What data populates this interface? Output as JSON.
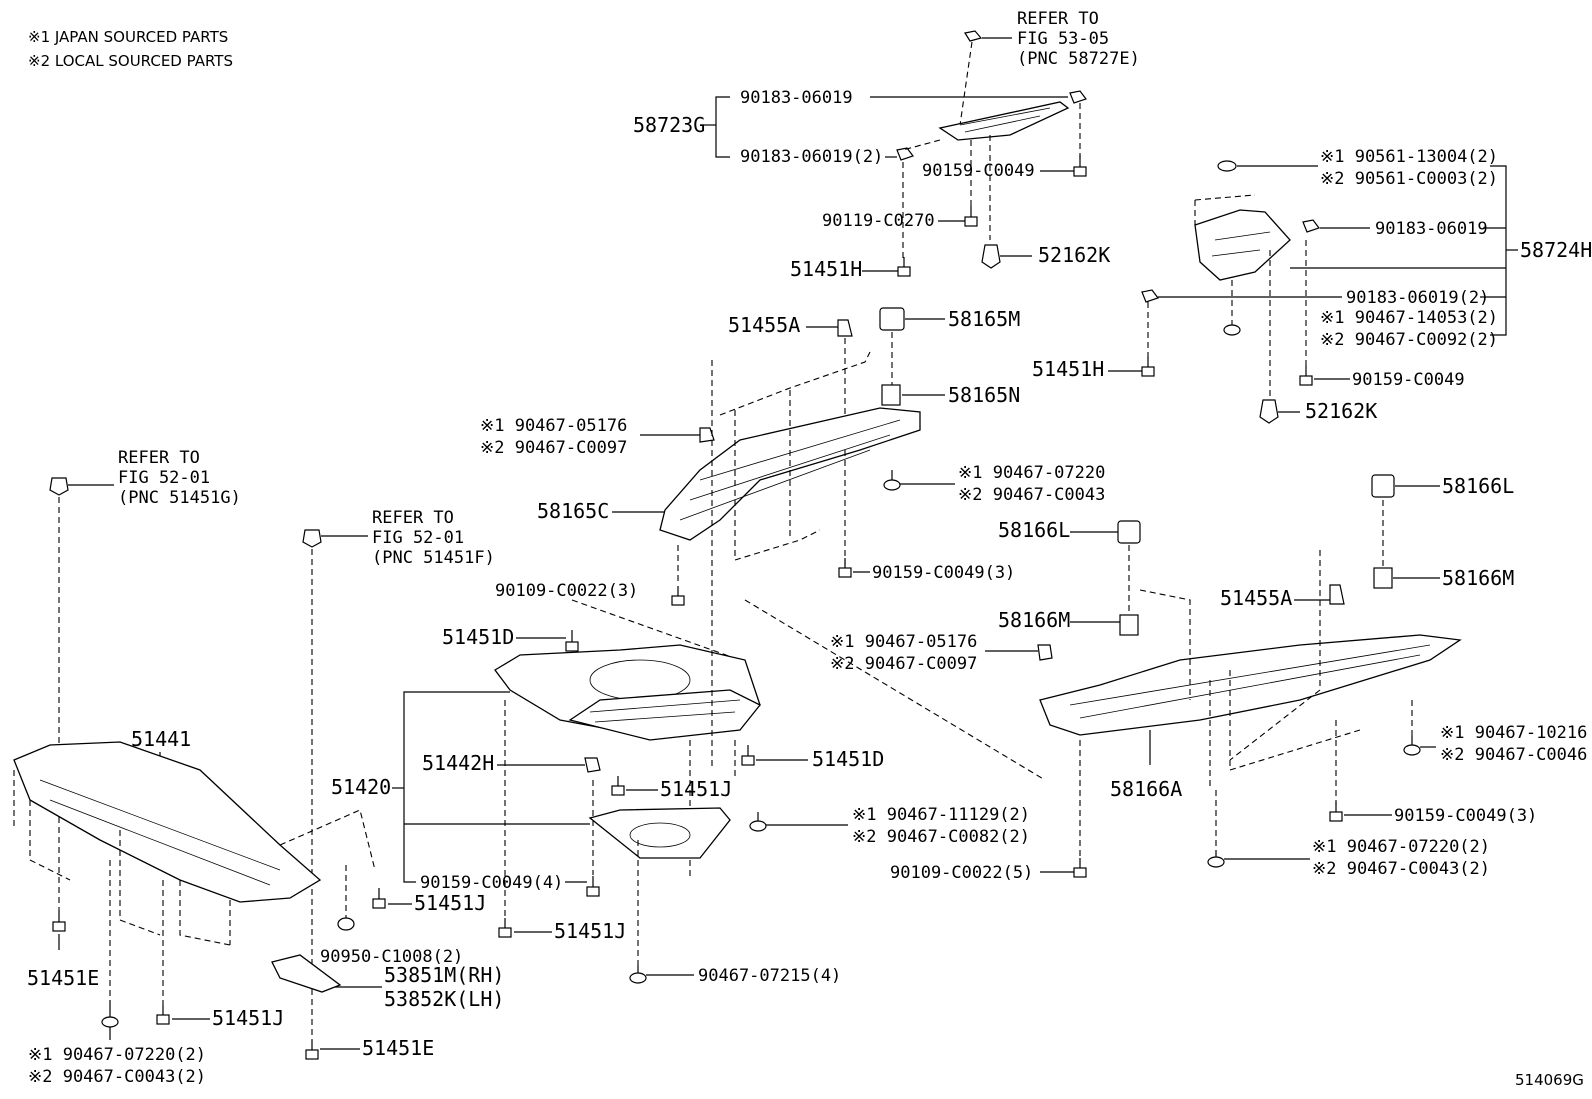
{
  "notes": [
    "※1 JAPAN SOURCED PARTS",
    "※2 LOCAL SOURCED PARTS"
  ],
  "figure_id": "514069G",
  "refs": {
    "fig5305": [
      "REFER TO",
      "FIG 53-05",
      "(PNC 58727E)"
    ],
    "fig5201g": [
      "REFER TO",
      "FIG 52-01",
      "(PNC 51451G)"
    ],
    "fig5201f": [
      "REFER TO",
      "FIG 52-01",
      "(PNC 51451F)"
    ]
  },
  "labels": {
    "p58723G": "58723G",
    "p90183_06019_top": "90183-06019",
    "p90183_06019_2a": "90183-06019(2)",
    "p90159_C0049_a": "90159-C0049",
    "p90119_C0270": "90119-C0270",
    "p51451H_a": "51451H",
    "p52162K_a": "52162K",
    "p90561_13004": "※1 90561-13004(2)",
    "p90561_C0003": "※2 90561-C0003(2)",
    "p90183_06019_b": "90183-06019",
    "p58724H": "58724H",
    "p90183_06019_2b": "90183-06019(2)",
    "p90467_14053": "※1 90467-14053(2)",
    "p90467_C0092": "※2 90467-C0092(2)",
    "p51451H_b": "51451H",
    "p90159_C0049_b": "90159-C0049",
    "p52162K_b": "52162K",
    "p51455A_a": "51455A",
    "p58165M": "58165M",
    "p58165N": "58165N",
    "p90467_05176_a": "※1  90467-05176",
    "p90467_C0097_a": "※2  90467-C0097",
    "p90467_07220_a": "※1 90467-07220",
    "p90467_C0043_a": "※2 90467-C0043",
    "p58165C": "58165C",
    "p90159_C0049_3a": "90159-C0049(3)",
    "p90109_C0022_3": "90109-C0022(3)",
    "p51451D_a": "51451D",
    "p51451D_b": "51451D",
    "p51442H": "51442H",
    "p51451J_a": "51451J",
    "p51420": "51420",
    "p90467_11129": "※1 90467-11129(2)",
    "p90467_C0082": "※2 90467-C0082(2)",
    "p90159_C0049_4": "90159-C0049(4)",
    "p51451J_b": "51451J",
    "p51451J_c": "51451J",
    "p90467_07215": "90467-07215(4)",
    "p51441": "51441",
    "p90950_C1008": "90950-C1008(2)",
    "p51451E_a": "51451E",
    "p53851M": "53851M(RH)",
    "p53852K": "53852K(LH)",
    "p51451J_d": "51451J",
    "p51451E_b": "51451E",
    "p90467_07220_2a": "※1 90467-07220(2)",
    "p90467_C0043_2a": "※2 90467-C0043(2)",
    "p58166L_a": "58166L",
    "p58166L_b": "58166L",
    "p58166M_a": "58166M",
    "p58166M_b": "58166M",
    "p51455A_b": "51455A",
    "p90467_05176_b": "※1  90467-05176",
    "p90467_C0097_b": "※2  90467-C0097",
    "p90467_10216": "※1 90467-10216",
    "p90467_C0046": "※2 90467-C0046",
    "p58166A": "58166A",
    "p90159_C0049_3b": "90159-C0049(3)",
    "p90109_C0022_5": "90109-C0022(5)",
    "p90467_07220_2b": "※1 90467-07220(2)",
    "p90467_C0043_2b": "※2 90467-C0043(2)"
  }
}
